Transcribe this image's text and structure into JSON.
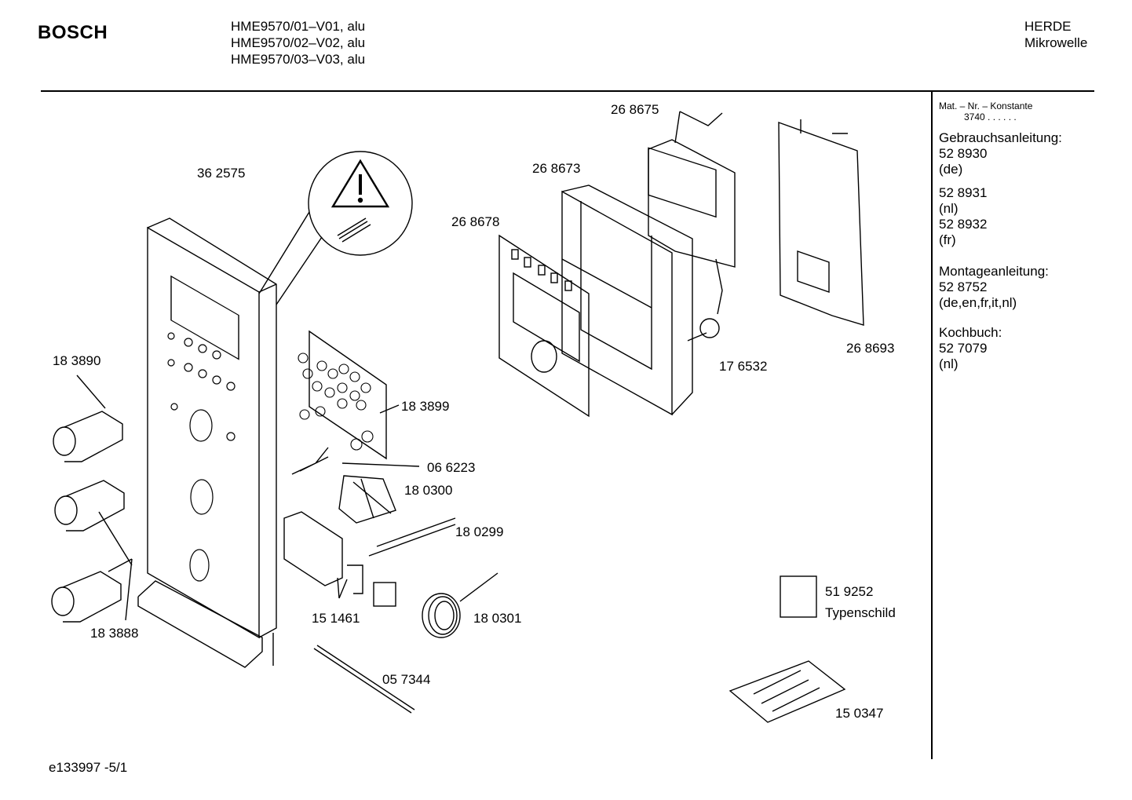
{
  "header": {
    "brand": "BOSCH",
    "models": [
      "HME9570/01–V01, alu",
      "HME9570/02–V02,  alu",
      "HME9570/03–V03,  alu"
    ],
    "category": [
      "HERDE",
      "Mikrowelle"
    ]
  },
  "sidebar": {
    "mat_label": "Mat. – Nr. – Konstante",
    "mat_value": "3740  .  .    .  .  .  .",
    "lines": [
      "Gebrauchsanleitung:",
      "52 8930",
      "(de)",
      "",
      "52 8931",
      "(nl)",
      "52 8932",
      "(fr)",
      "",
      "Montageanleitung:",
      "52 8752",
      "(de,en,fr,it,nl)",
      "",
      "Kochbuch:",
      "52 7079",
      "(nl)"
    ]
  },
  "parts": [
    {
      "id": "part-268675",
      "text": "26 8675"
    },
    {
      "id": "part-268673",
      "text": "26 8673"
    },
    {
      "id": "part-268678",
      "text": "26 8678"
    },
    {
      "id": "part-362575",
      "text": "36 2575"
    },
    {
      "id": "part-183890",
      "text": "18 3890"
    },
    {
      "id": "part-183899",
      "text": "18 3899"
    },
    {
      "id": "part-176532",
      "text": "17 6532"
    },
    {
      "id": "part-268693",
      "text": "26 8693"
    },
    {
      "id": "part-066223",
      "text": "06 6223"
    },
    {
      "id": "part-180300",
      "text": "18 0300"
    },
    {
      "id": "part-180299",
      "text": "18 0299"
    },
    {
      "id": "part-151461",
      "text": "15 1461"
    },
    {
      "id": "part-180301",
      "text": "18 0301"
    },
    {
      "id": "part-183888",
      "text": "18 3888"
    },
    {
      "id": "part-057344",
      "text": "05 7344"
    },
    {
      "id": "part-519252",
      "text": "51 9252"
    },
    {
      "id": "part-typenschild",
      "text": "Typenschild"
    },
    {
      "id": "part-150347",
      "text": "15 0347"
    }
  ],
  "footer": {
    "code": "e133997 -5/1"
  }
}
